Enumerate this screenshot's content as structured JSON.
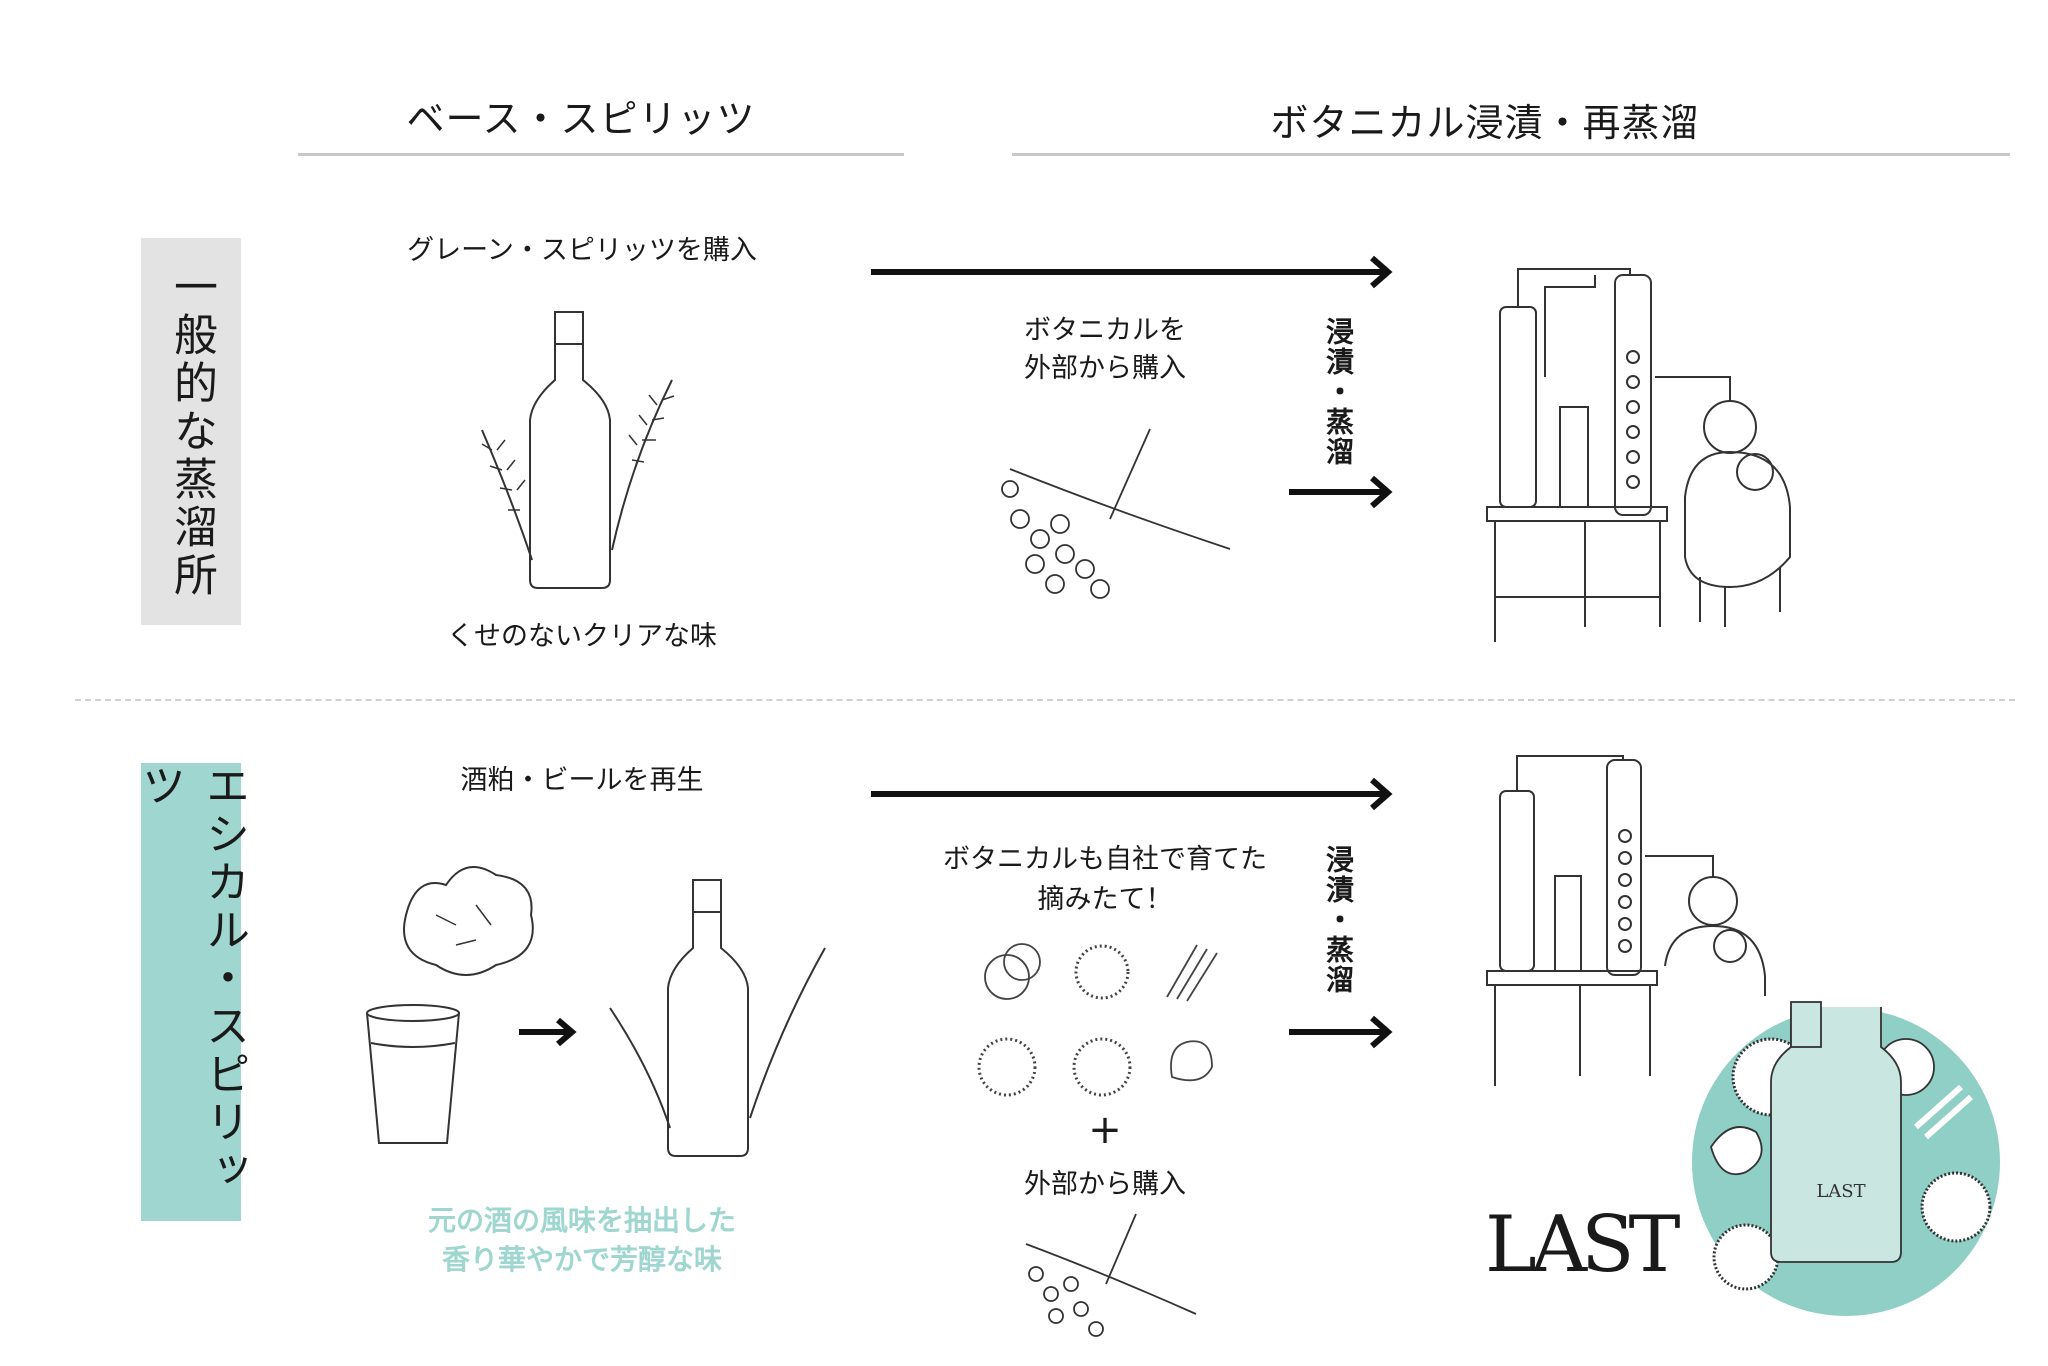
{
  "headers": {
    "base_spirits": "ベース・スピリッツ",
    "botanical": "ボタニカル浸漬・再蒸溜"
  },
  "rows": [
    {
      "side_label": "一般的な蒸溜所",
      "base_title": "グレーン・スピリッツを購入",
      "base_caption": "くせのないクリアな味",
      "botanical_lines": [
        "ボタニカルを",
        "外部から購入"
      ],
      "process_label": "浸漬・蒸溜"
    },
    {
      "side_label": "エシカル・スピリッツ",
      "base_title": "酒粕・ビールを再生",
      "base_caption_lines": [
        "元の酒の風味を抽出した",
        "香り華やかで芳醇な味"
      ],
      "botanical_lines": [
        "ボタニカルも自社で育てた",
        "摘みたて！"
      ],
      "plus": "+",
      "external_label": "外部から購入",
      "process_label": "浸漬・蒸溜",
      "brand_logo": "LAST",
      "bottle_label": "LAST"
    }
  ],
  "colors": {
    "teal": "#9fd6cf",
    "circle": "#8fcfc6",
    "gray_box": "#e3e3e3"
  }
}
